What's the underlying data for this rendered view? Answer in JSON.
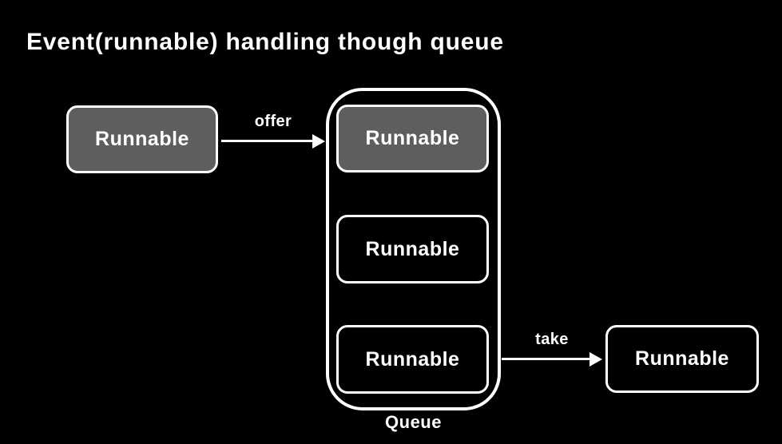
{
  "title": "Event(runnable) handling though queue",
  "colors": {
    "background": "#000000",
    "node_fill_gray": "#5e5e5e",
    "node_fill_black": "#000000",
    "stroke": "#ffffff",
    "text": "#ffffff"
  },
  "diagram": {
    "source_node": {
      "label": "Runnable",
      "variant": "gray"
    },
    "offer_arrow": {
      "label": "offer"
    },
    "queue": {
      "label": "Queue",
      "items": [
        {
          "label": "Runnable",
          "variant": "gray"
        },
        {
          "label": "Runnable",
          "variant": "outline"
        },
        {
          "label": "Runnable",
          "variant": "outline"
        }
      ]
    },
    "take_arrow": {
      "label": "take"
    },
    "sink_node": {
      "label": "Runnable",
      "variant": "outline"
    }
  }
}
